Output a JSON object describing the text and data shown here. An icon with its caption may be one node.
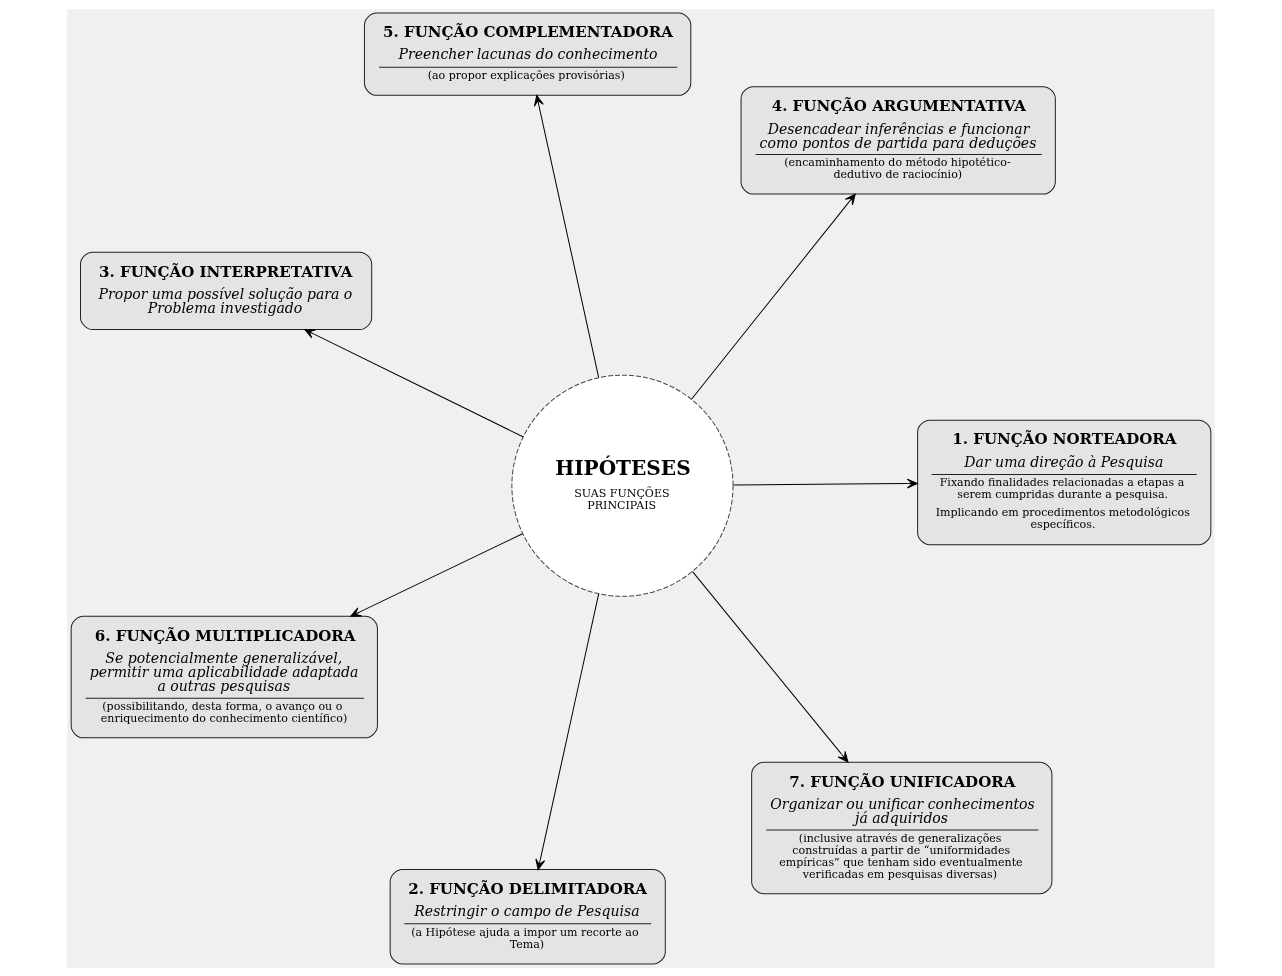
{
  "diagram": {
    "nodes": [
      {
        "text": [
          "HIPÓTESES",
          "SUAS FUNÇÕES PRINCIPAIS"
        ]
      },
      {
        "text": [
          "1. FUNÇÃO NORTEADORA",
          "Dar uma direção à Pesquisa",
          "Fixando finalidades relacionadas a etapas a serem cumpridas durante a pesquisa.",
          "Implicando em procedimentos metodológicos específicos."
        ]
      },
      {
        "text": [
          "2. FUNÇÃO DELIMITADORA",
          "Restringir o campo de Pesquisa",
          "(a Hipótese ajuda a impor um recorte ao Tema)"
        ]
      },
      {
        "text": [
          "3. FUNÇÃO INTERPRETATIVA",
          "Propor uma possível solução para o Problema investigado"
        ]
      },
      {
        "text": [
          "4. FUNÇÃO ARGUMENTATIVA",
          "Desencadear inferências e funcionar como pontos de partida para deduções",
          "(encaminhamento do método hipotético-dedutivo de raciocínio)"
        ]
      },
      {
        "text": [
          "5. FUNÇÃO COMPLEMENTADORA",
          "Preencher lacunas do conhecimento",
          "(ao propor explicações provisórias)"
        ]
      },
      {
        "text": [
          "6. FUNÇÃO MULTIPLICADORA",
          "Se potencialmente generalizável, permitir uma aplicabilidade adaptada a outras pesquisas",
          "(possibilitando, desta forma, o avanço ou o enriquecimento do conhecimento científico)"
        ]
      },
      {
        "text": [
          "7. FUNÇÃO UNIFICADORA",
          "Organizar ou unificar conhecimentos já adquiridos",
          "(inclusive através de generalizações construídas a partir de “uniformidades empíricas” que tenham sido eventualmente verificadas em pesquisas diversas)"
        ]
      }
    ],
    "edges": [
      {
        "from": 0,
        "to": 1,
        "arrow": "to"
      },
      {
        "from": 0,
        "to": 7,
        "arrow": "to"
      },
      {
        "from": 0,
        "to": 2,
        "arrow": "to"
      },
      {
        "from": 0,
        "to": 6,
        "arrow": "to"
      },
      {
        "from": 0,
        "to": 3,
        "arrow": "to"
      },
      {
        "from": 0,
        "to": 5,
        "arrow": "to"
      },
      {
        "from": 0,
        "to": 4,
        "arrow": "to"
      }
    ]
  }
}
